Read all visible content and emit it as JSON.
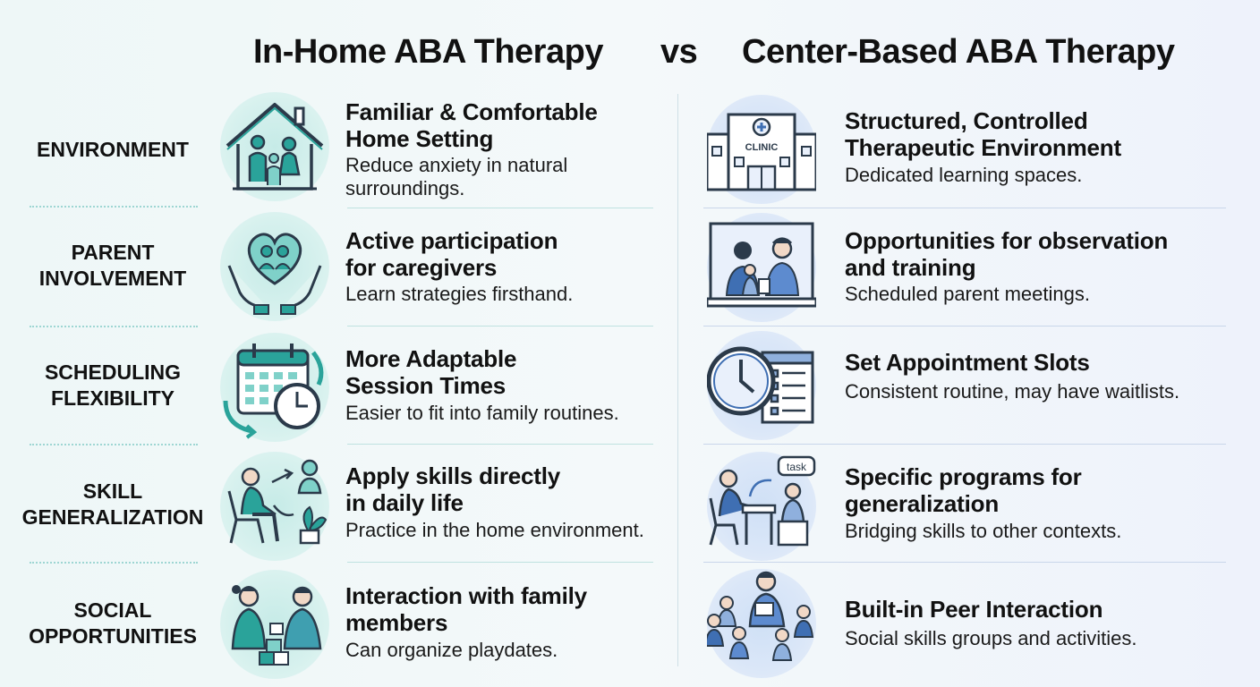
{
  "header": {
    "left_title": "In-Home ABA Therapy",
    "vs": "vs",
    "right_title": "Center-Based ABA Therapy"
  },
  "rows": [
    {
      "label": [
        "ENVIRONMENT"
      ],
      "left": {
        "icon": "house-family-icon",
        "heading": [
          "Familiar & Comfortable",
          "Home Setting"
        ],
        "detail": [
          "Reduce anxiety in natural",
          "surroundings."
        ]
      },
      "right": {
        "icon": "clinic-building-icon",
        "icon_text": "CLINIC",
        "heading": [
          "Structured, Controlled",
          "Therapeutic Environment"
        ],
        "detail": [
          "Dedicated learning spaces."
        ]
      }
    },
    {
      "label": [
        "PARENT",
        "INVOLVEMENT"
      ],
      "left": {
        "icon": "hands-heart-icon",
        "heading": [
          "Active participation",
          "for caregivers"
        ],
        "detail": [
          "Learn strategies firsthand."
        ]
      },
      "right": {
        "icon": "observation-window-icon",
        "heading": [
          "Opportunities for observation",
          "and training"
        ],
        "detail": [
          "Scheduled parent meetings."
        ]
      }
    },
    {
      "label": [
        "SCHEDULING",
        "FLEXIBILITY"
      ],
      "left": {
        "icon": "calendar-clock-icon",
        "heading": [
          "More Adaptable",
          "Session Times"
        ],
        "detail": [
          "Easier to fit into family routines."
        ]
      },
      "right": {
        "icon": "clock-checklist-icon",
        "heading": [
          "Set Appointment Slots"
        ],
        "detail": [
          "Consistent routine, may have waitlists."
        ]
      }
    },
    {
      "label": [
        "SKILL",
        "GENERALIZATION"
      ],
      "left": {
        "icon": "skill-practice-icon",
        "heading": [
          "Apply skills directly",
          "in daily life"
        ],
        "detail": [
          "Practice in the home environment."
        ]
      },
      "right": {
        "icon": "desk-task-icon",
        "icon_text": "task",
        "heading": [
          "Specific programs for",
          "generalization"
        ],
        "detail": [
          "Bridging skills to other contexts."
        ]
      }
    },
    {
      "label": [
        "SOCIAL",
        "OPPORTUNITIES"
      ],
      "left": {
        "icon": "kids-playing-icon",
        "heading": [
          "Interaction with family",
          "members"
        ],
        "detail": [
          "Can organize playdates."
        ]
      },
      "right": {
        "icon": "peer-group-icon",
        "heading": [
          "Built-in Peer Interaction"
        ],
        "detail": [
          "Social skills groups and activities."
        ]
      }
    }
  ],
  "colors": {
    "teal": "#2aa39a",
    "dark": "#2b3a4a",
    "blue": "#3f6fb3"
  }
}
